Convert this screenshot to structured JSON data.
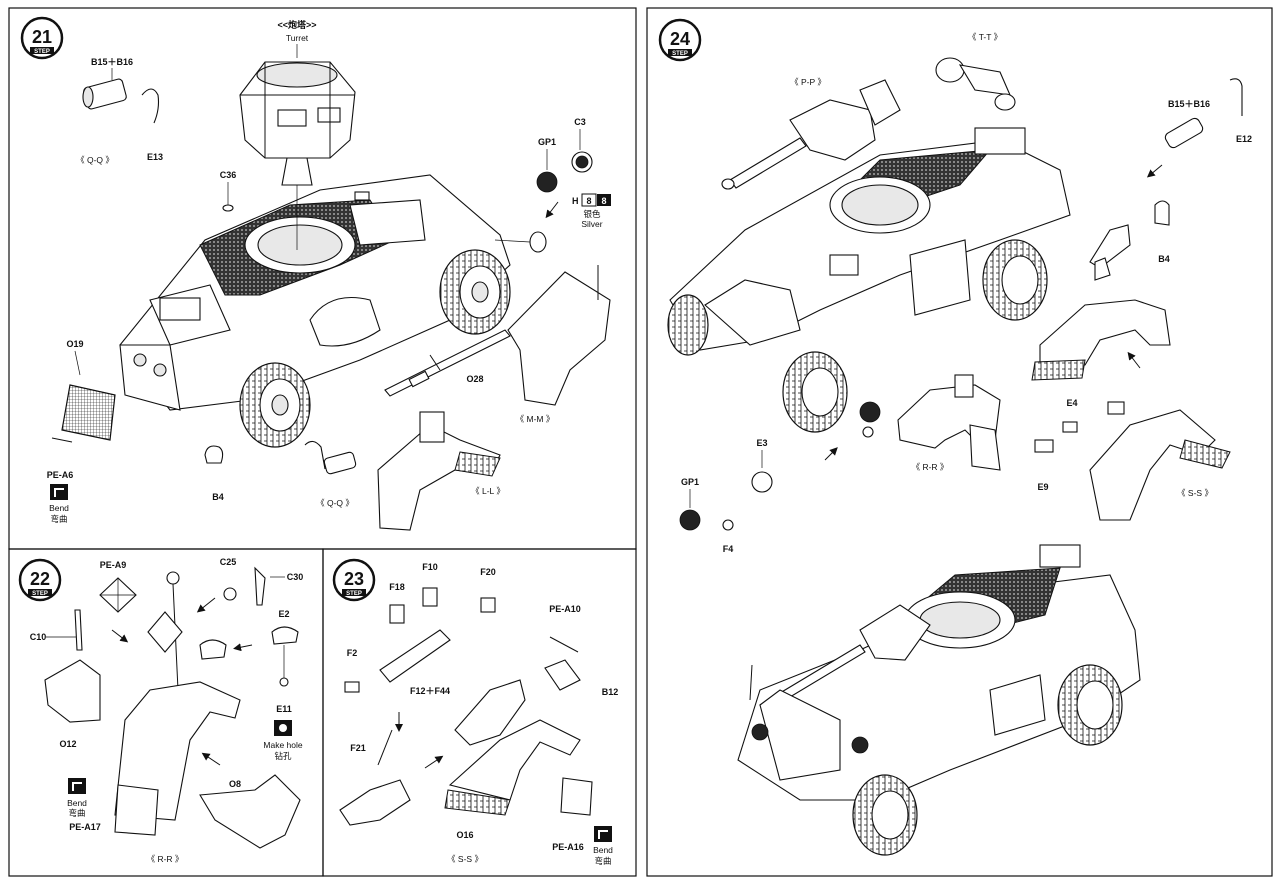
{
  "steps": {
    "s21": {
      "number": "21",
      "step_word": "STEP",
      "turret_cn": "<<炮塔>>",
      "turret_en": "Turret",
      "labels": {
        "b15b16": "B15＋B16",
        "qq_top": "《 Q-Q 》",
        "e13": "E13",
        "c36": "C36",
        "gp1": "GP1",
        "c3": "C3",
        "silver_cn": "银色",
        "silver_en": "Silver",
        "paint_h": "H",
        "paint_b1": "8",
        "paint_b2": "8",
        "o19": "O19",
        "pea6": "PE-A6",
        "bend_en": "Bend",
        "bend_cn": "弯曲",
        "b4": "B4",
        "qq_bottom": "《 Q-Q 》",
        "o28": "O28",
        "ll": "《 L-L 》",
        "mm": "《 M-M 》"
      }
    },
    "s22": {
      "number": "22",
      "step_word": "STEP",
      "labels": {
        "pea9": "PE-A9",
        "c10": "C10",
        "c25": "C25",
        "c30": "C30",
        "e2": "E2",
        "e11": "E11",
        "make_hole_en": "Make hole",
        "make_hole_cn": "钻孔",
        "o12": "O12",
        "bend_en": "Bend",
        "bend_cn": "弯曲",
        "pea17": "PE-A17",
        "o8": "O8",
        "rr": "《 R-R 》"
      }
    },
    "s23": {
      "number": "23",
      "step_word": "STEP",
      "labels": {
        "f18": "F18",
        "f10": "F10",
        "f20": "F20",
        "f2": "F2",
        "f12f44": "F12＋F44",
        "pea10": "PE-A10",
        "b12": "B12",
        "f21": "F21",
        "o16": "O16",
        "pea16": "PE-A16",
        "bend_en": "Bend",
        "bend_cn": "弯曲",
        "ss": "《 S-S 》"
      }
    },
    "s24": {
      "number": "24",
      "step_word": "STEP",
      "labels": {
        "tt": "《 T-T 》",
        "pp": "《 P-P 》",
        "b15b16": "B15＋B16",
        "e12": "E12",
        "b4": "B4",
        "e3": "E3",
        "gp1": "GP1",
        "f4": "F4",
        "rr": "《 R-R 》",
        "e4": "E4",
        "e9": "E9",
        "ss": "《 S-S 》"
      }
    }
  }
}
